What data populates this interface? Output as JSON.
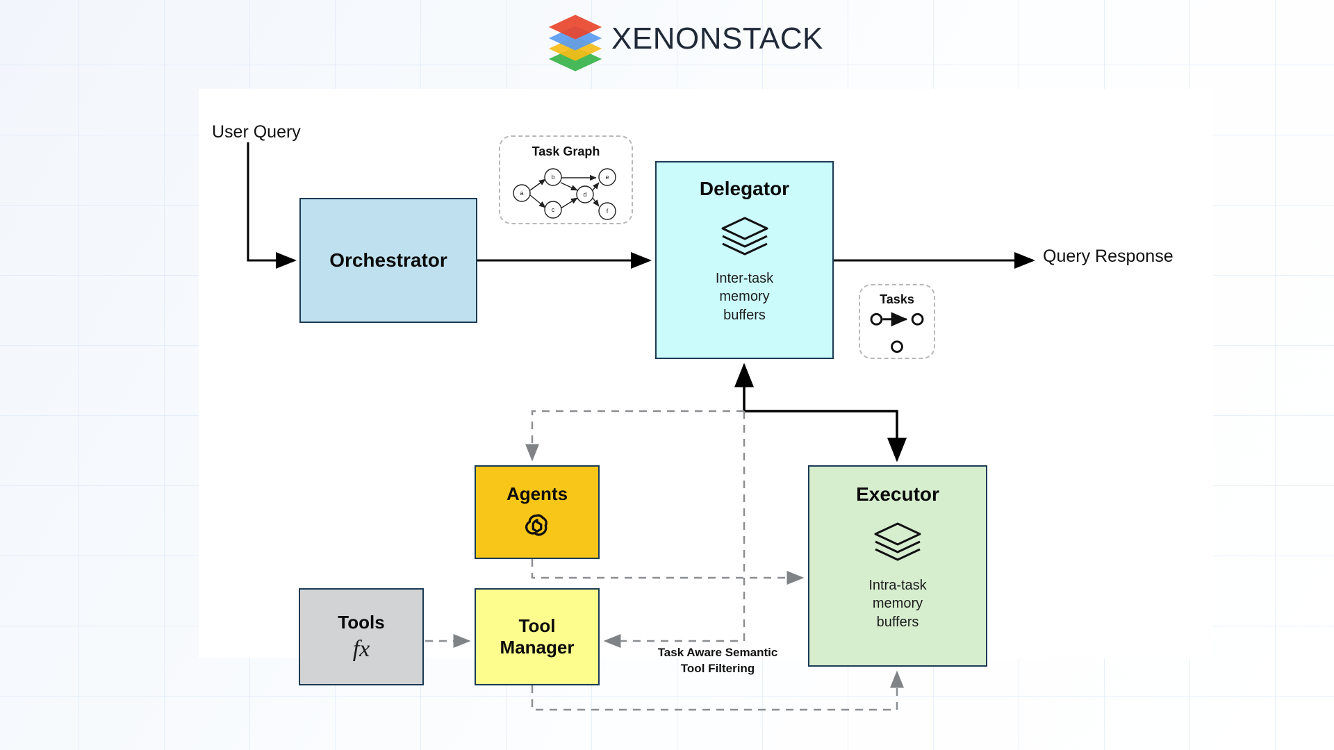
{
  "brand": {
    "name": "XENONSTACK",
    "logo_icon": "stacked-layers-logo",
    "logo_colors": [
      "#e8452c",
      "#5a9bf0",
      "#f5bc18",
      "#37b34a"
    ]
  },
  "labels": {
    "user_query": "User Query",
    "query_response": "Query Response",
    "tool_filtering": "Task Aware Semantic Tool Filtering"
  },
  "nodes": {
    "orchestrator": {
      "title": "Orchestrator",
      "color": "#bfe1ef"
    },
    "delegator": {
      "title": "Delegator",
      "subtitle": "Inter-task\nmemory\nbuffers",
      "sub_lines": [
        "Inter-task",
        "memory",
        "buffers"
      ],
      "icon": "stacked-layers-icon",
      "color": "#ccfbfc"
    },
    "executor": {
      "title": "Executor",
      "sub_lines": [
        "Intra-task",
        "memory",
        "buffers"
      ],
      "icon": "stacked-layers-icon",
      "color": "#d6eece"
    },
    "agents": {
      "title": "Agents",
      "icon": "openai-knot-icon",
      "color": "#f7c618"
    },
    "tools": {
      "title": "Tools",
      "symbol": "fx",
      "icon": "function-icon",
      "color": "#d2d3d5"
    },
    "tool_manager": {
      "title_line1": "Tool",
      "title_line2": "Manager",
      "color": "#fdfd8e"
    }
  },
  "panels": {
    "task_graph": {
      "title": "Task Graph",
      "graph_nodes": [
        "a",
        "b",
        "c",
        "d",
        "e",
        "f"
      ],
      "graph_edges": [
        [
          "a",
          "b"
        ],
        [
          "a",
          "c"
        ],
        [
          "b",
          "e"
        ],
        [
          "b",
          "d"
        ],
        [
          "c",
          "d"
        ],
        [
          "d",
          "e"
        ],
        [
          "d",
          "f"
        ]
      ]
    },
    "tasks": {
      "title": "Tasks",
      "glyph_top": "circle-arrow-circle",
      "glyph_bottom": "circle"
    }
  },
  "connectors": [
    {
      "from": "user-query",
      "to": "orchestrator",
      "style": "solid"
    },
    {
      "from": "orchestrator",
      "to": "delegator",
      "style": "solid"
    },
    {
      "from": "delegator",
      "to": "query-response",
      "style": "solid"
    },
    {
      "from": "executor-bus",
      "to": "delegator",
      "style": "solid"
    },
    {
      "from": "delegator-bus",
      "to": "executor",
      "style": "solid"
    },
    {
      "from": "delegator",
      "to": "agents",
      "style": "dashed"
    },
    {
      "from": "agents",
      "to": "executor",
      "style": "dashed"
    },
    {
      "from": "delegator",
      "to": "tool-manager",
      "style": "dashed"
    },
    {
      "from": "tools",
      "to": "tool-manager",
      "style": "dashed"
    },
    {
      "from": "tool-manager",
      "to": "executor",
      "style": "dashed"
    }
  ]
}
